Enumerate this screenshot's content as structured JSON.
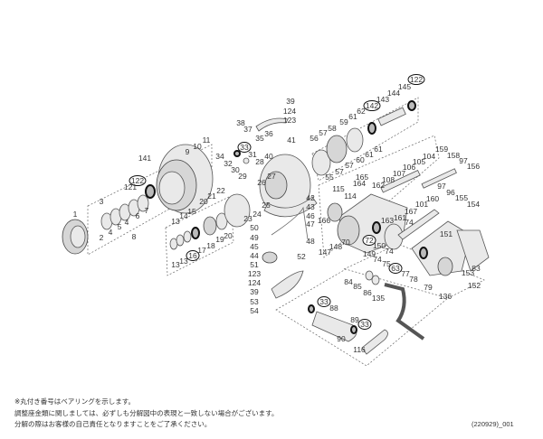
{
  "diagram": {
    "labels": [
      {
        "text": "39"
      },
      {
        "text": "124"
      },
      {
        "text": "123"
      },
      {
        "text": "38"
      },
      {
        "text": "37"
      },
      {
        "text": "36"
      },
      {
        "text": "35"
      },
      {
        "text": "41"
      },
      {
        "text": "33",
        "bearing": true
      },
      {
        "text": "34"
      },
      {
        "text": "31"
      },
      {
        "text": "40"
      },
      {
        "text": "32"
      },
      {
        "text": "28"
      },
      {
        "text": "30"
      },
      {
        "text": "29"
      },
      {
        "text": "26"
      },
      {
        "text": "27"
      },
      {
        "text": "25"
      },
      {
        "text": "24"
      },
      {
        "text": "23"
      },
      {
        "text": "22"
      },
      {
        "text": "21"
      },
      {
        "text": "20"
      },
      {
        "text": "20"
      },
      {
        "text": "19"
      },
      {
        "text": "18"
      },
      {
        "text": "17"
      },
      {
        "text": "16",
        "bearing": true
      },
      {
        "text": "15"
      },
      {
        "text": "14"
      },
      {
        "text": "13"
      },
      {
        "text": "13"
      },
      {
        "text": "13"
      },
      {
        "text": "141"
      },
      {
        "text": "10"
      },
      {
        "text": "11"
      },
      {
        "text": "9"
      },
      {
        "text": "122",
        "bearing": true
      },
      {
        "text": "121"
      },
      {
        "text": "3"
      },
      {
        "text": "7"
      },
      {
        "text": "6"
      },
      {
        "text": "4"
      },
      {
        "text": "5"
      },
      {
        "text": "4"
      },
      {
        "text": "2"
      },
      {
        "text": "8"
      },
      {
        "text": "1"
      },
      {
        "text": "50"
      },
      {
        "text": "49"
      },
      {
        "text": "45"
      },
      {
        "text": "44"
      },
      {
        "text": "51"
      },
      {
        "text": "52"
      },
      {
        "text": "56"
      },
      {
        "text": "57"
      },
      {
        "text": "58"
      },
      {
        "text": "55"
      },
      {
        "text": "57"
      },
      {
        "text": "57"
      },
      {
        "text": "42"
      },
      {
        "text": "43"
      },
      {
        "text": "46"
      },
      {
        "text": "47"
      },
      {
        "text": "48"
      },
      {
        "text": "115"
      },
      {
        "text": "114"
      },
      {
        "text": "164"
      },
      {
        "text": "166"
      },
      {
        "text": "148"
      },
      {
        "text": "122",
        "bearing": true
      },
      {
        "text": "145"
      },
      {
        "text": "144"
      },
      {
        "text": "143"
      },
      {
        "text": "142",
        "bearing": true
      },
      {
        "text": "61"
      },
      {
        "text": "62"
      },
      {
        "text": "59"
      },
      {
        "text": "60"
      },
      {
        "text": "61"
      },
      {
        "text": "61"
      },
      {
        "text": "159"
      },
      {
        "text": "158"
      },
      {
        "text": "97"
      },
      {
        "text": "156"
      },
      {
        "text": "97"
      },
      {
        "text": "96"
      },
      {
        "text": "155"
      },
      {
        "text": "154"
      },
      {
        "text": "104"
      },
      {
        "text": "105"
      },
      {
        "text": "106"
      },
      {
        "text": "107"
      },
      {
        "text": "108"
      },
      {
        "text": "162"
      },
      {
        "text": "165"
      },
      {
        "text": "160"
      },
      {
        "text": "101"
      },
      {
        "text": "167"
      },
      {
        "text": "161"
      },
      {
        "text": "163"
      },
      {
        "text": "74"
      },
      {
        "text": "72",
        "bearing": true
      },
      {
        "text": "150"
      },
      {
        "text": "151"
      },
      {
        "text": "147"
      },
      {
        "text": "70"
      },
      {
        "text": "74"
      },
      {
        "text": "149"
      },
      {
        "text": "74"
      },
      {
        "text": "75"
      },
      {
        "text": "63",
        "bearing": true
      },
      {
        "text": "77"
      },
      {
        "text": "78"
      },
      {
        "text": "79"
      },
      {
        "text": "153"
      },
      {
        "text": "83"
      },
      {
        "text": "152"
      },
      {
        "text": "136"
      },
      {
        "text": "84"
      },
      {
        "text": "85"
      },
      {
        "text": "86"
      },
      {
        "text": "135"
      },
      {
        "text": "33",
        "bearing": true
      },
      {
        "text": "88"
      },
      {
        "text": "89"
      },
      {
        "text": "33",
        "bearing": true
      },
      {
        "text": "90"
      },
      {
        "text": "116"
      },
      {
        "text": "53"
      },
      {
        "text": "54"
      },
      {
        "text": "39"
      },
      {
        "text": "124"
      },
      {
        "text": "123"
      }
    ]
  },
  "notes": {
    "line1": "※丸付き番号はベアリングを示します。",
    "line2": "調整座金類に関しましては、必ずしも分解図中の表現と一致しない場合がございます。",
    "line3": "分解の際はお客様の自己責任となりますことをご了承ください。",
    "code": "(220929)_001"
  }
}
